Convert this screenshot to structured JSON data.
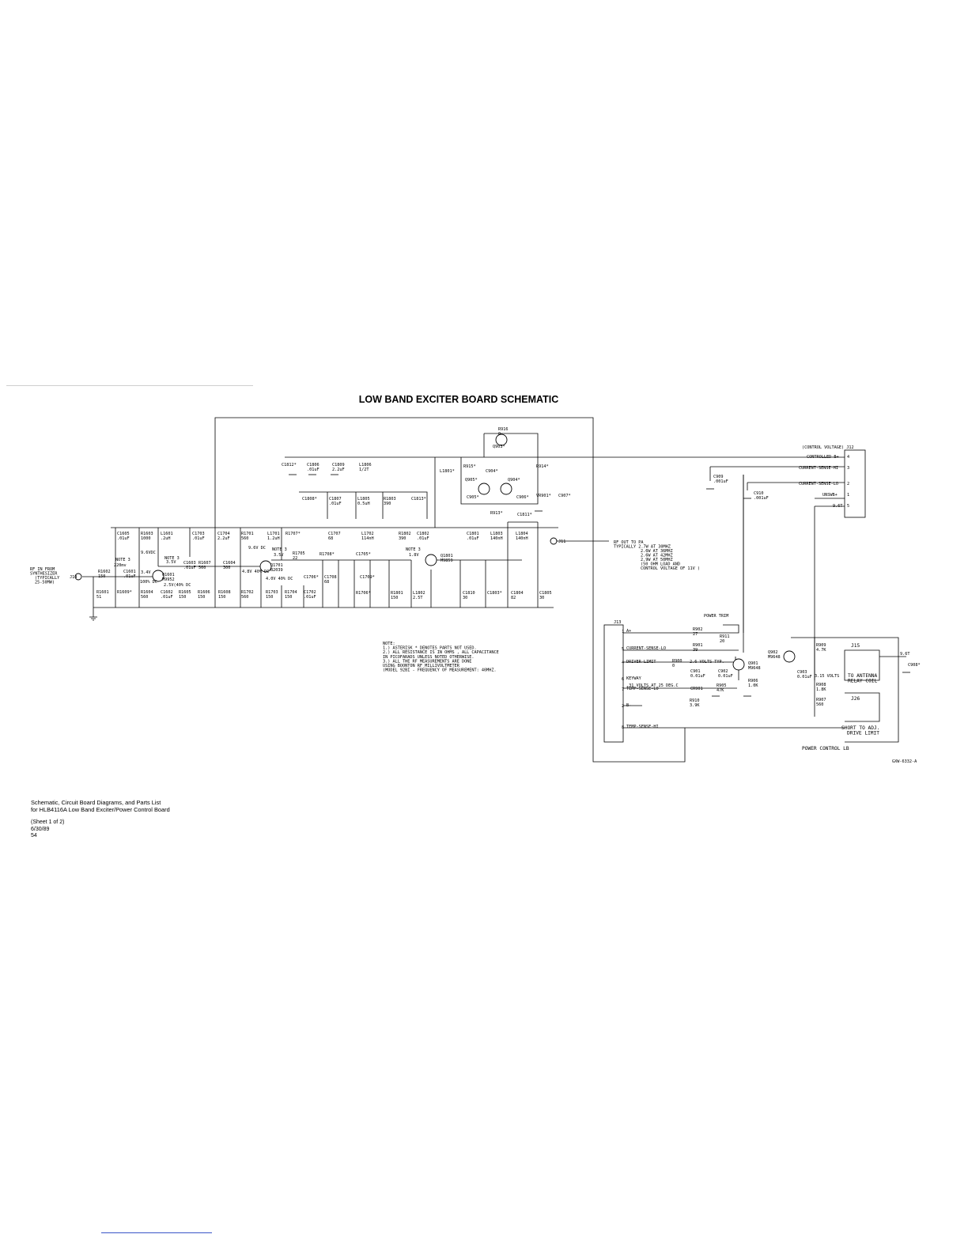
{
  "title": "LOW BAND EXCITER BOARD SCHEMATIC",
  "exciter": {
    "input_label": [
      "RF IN FROM",
      "SYNTHESIZER",
      "(TYPICALLY",
      "25-50MW)"
    ],
    "output_label": [
      "RF OUT TO PA",
      "TYPICALLY 2.7W AT 30MHZ",
      "2.6W AT 36MHZ",
      "2.6W AT 42MHZ",
      "2.9W AT 50MHZ",
      "(50 OHM LOAD AND",
      "CONTROL VOLTAGE OF 11V )"
    ],
    "components": [
      {
        "ref": "C1605",
        "value": ".01uF"
      },
      {
        "ref": "R1603",
        "value": "1000"
      },
      {
        "ref": "L1601",
        "value": ".2uH"
      },
      {
        "ref": "C1703",
        "value": ".01uF"
      },
      {
        "ref": "C1704",
        "value": "2.2uF"
      },
      {
        "ref": "R1701",
        "value": "560"
      },
      {
        "ref": "L1701",
        "value": "1.2uH"
      },
      {
        "ref": "R1707*",
        "value": ""
      },
      {
        "ref": "R1602",
        "value": "150"
      },
      {
        "ref": "C1601",
        "value": ".01uF"
      },
      {
        "ref": "Q1601",
        "value": "M9952"
      },
      {
        "ref": "C1603",
        "value": ".01uF"
      },
      {
        "ref": "R1607",
        "value": "560"
      },
      {
        "ref": "C1604",
        "value": "300"
      },
      {
        "ref": "Q1701",
        "value": "B2039"
      },
      {
        "ref": "R1705",
        "value": "22"
      },
      {
        "ref": "R1601",
        "value": "51"
      },
      {
        "ref": "R1609*",
        "value": ""
      },
      {
        "ref": "R1604",
        "value": "560"
      },
      {
        "ref": "C1602",
        "value": ".01uF"
      },
      {
        "ref": "R1605",
        "value": "150"
      },
      {
        "ref": "R1606",
        "value": "150"
      },
      {
        "ref": "R1608",
        "value": "150"
      },
      {
        "ref": "R1702",
        "value": "560"
      },
      {
        "ref": "R1703",
        "value": "150"
      },
      {
        "ref": "R1704",
        "value": "150"
      },
      {
        "ref": "C1702",
        "value": ".01uF"
      },
      {
        "ref": "C1707",
        "value": "68"
      },
      {
        "ref": "L1702",
        "value": "114nH"
      },
      {
        "ref": "R1802",
        "value": "390"
      },
      {
        "ref": "C1802",
        "value": ".01uF"
      },
      {
        "ref": "C1801",
        "value": ".01uF"
      },
      {
        "ref": "L1803",
        "value": "140nH"
      },
      {
        "ref": "L1804",
        "value": "140nH"
      },
      {
        "ref": "C1811*",
        "value": ""
      },
      {
        "ref": "R1708*",
        "value": ""
      },
      {
        "ref": "C1705*",
        "value": ""
      },
      {
        "ref": "Q1801",
        "value": "M9859"
      },
      {
        "ref": "C1706*",
        "value": ""
      },
      {
        "ref": "C1708",
        "value": "68"
      },
      {
        "ref": "C1709*",
        "value": ""
      },
      {
        "ref": "R1706*",
        "value": ""
      },
      {
        "ref": "R1801",
        "value": "150"
      },
      {
        "ref": "L1802",
        "value": "2.5T"
      },
      {
        "ref": "C1810",
        "value": "30"
      },
      {
        "ref": "C1803*",
        "value": ""
      },
      {
        "ref": "C1804",
        "value": "82"
      },
      {
        "ref": "C1805",
        "value": "30"
      },
      {
        "ref": "C1812*",
        "value": ""
      },
      {
        "ref": "C1806",
        "value": ".01uF"
      },
      {
        "ref": "C1809",
        "value": "2.2uF"
      },
      {
        "ref": "L1806",
        "value": "1/2T"
      },
      {
        "ref": "L1801*",
        "value": ""
      },
      {
        "ref": "C1808*",
        "value": ""
      },
      {
        "ref": "C1807",
        "value": ".01uF"
      },
      {
        "ref": "L1805",
        "value": "0.5uH"
      },
      {
        "ref": "R1803",
        "value": "390"
      },
      {
        "ref": "C1813*",
        "value": ""
      }
    ],
    "annotations": {
      "note3_a": "NOTE 3",
      "note3_a_val": "220mv",
      "v_34": "3.4V",
      "v_96vdc": "9.6VDC",
      "note3_b": "NOTE 3",
      "note3_b_val": "3.5V",
      "dc_100": "100% DC",
      "v_25": "2.5V(40% DC",
      "v_96dc": "9.6V DC",
      "note3_c": "NOTE 3",
      "note3_c_val": "3.5V",
      "v_48": "4.8V 40% DC",
      "v_40": "4.0V 40% DC",
      "note3_d": "NOTE 3",
      "note3_d_val": "1.8V"
    }
  },
  "control_top": {
    "components": [
      {
        "ref": "R916",
        "value": "0"
      },
      {
        "ref": "Q903*",
        "value": ""
      },
      {
        "ref": "R915*",
        "value": ""
      },
      {
        "ref": "C904*",
        "value": ""
      },
      {
        "ref": "R914*",
        "value": ""
      },
      {
        "ref": "Q905*",
        "value": ""
      },
      {
        "ref": "Q904*",
        "value": ""
      },
      {
        "ref": "C905*",
        "value": ""
      },
      {
        "ref": "C906*",
        "value": ""
      },
      {
        "ref": "VR901*",
        "value": ""
      },
      {
        "ref": "C907*",
        "value": ""
      },
      {
        "ref": "R913*",
        "value": ""
      },
      {
        "ref": "C909",
        "value": ".001uF"
      },
      {
        "ref": "C910",
        "value": ".001uF"
      }
    ]
  },
  "j12": {
    "header": "(CONTROL VOLTAGE) J12",
    "pins": [
      {
        "label": "CONTROLLED-B+",
        "num": "4"
      },
      {
        "label": "CURRENT-SENSE-HI",
        "num": "3"
      },
      {
        "label": "CURRENT-SENSE-LO",
        "num": "2"
      },
      {
        "label": "UNSWB+",
        "num": "1"
      },
      {
        "label": "9.6T",
        "num": "5"
      }
    ]
  },
  "power_control": {
    "j13": "J13",
    "pins": [
      {
        "num": "1",
        "label": "A+"
      },
      {
        "num": "5",
        "label": "CURRENT-SENSE-LO"
      },
      {
        "num": "4",
        "label": "DRIVER-LIMIT"
      },
      {
        "num": "6",
        "label": "KEYWAY"
      },
      {
        "num": "7",
        "label": "TEMP-SENSE-LO"
      },
      {
        "num": "2",
        "label": "B-"
      },
      {
        "num": "8",
        "label": "TEMP-SENSE-HI"
      }
    ],
    "power_trim": "POWER TRIM",
    "components": [
      {
        "ref": "R902",
        "value": "27"
      },
      {
        "ref": "R911",
        "value": "20"
      },
      {
        "ref": "R901",
        "value": "39"
      },
      {
        "ref": "R900",
        "value": "0"
      },
      {
        "ref": "Q901",
        "value": "M9648"
      },
      {
        "ref": "C901",
        "value": "0.01uF"
      },
      {
        "ref": "CR901",
        "value": ""
      },
      {
        "ref": "C902",
        "value": "0.01uF"
      },
      {
        "ref": "R905",
        "value": "47K"
      },
      {
        "ref": "R906",
        "value": "1.0K"
      },
      {
        "ref": "R910",
        "value": "3.9K"
      },
      {
        "ref": "Q902",
        "value": "M9648"
      },
      {
        "ref": "R909",
        "value": "4.7K"
      },
      {
        "ref": "C903",
        "value": "0.01uF"
      },
      {
        "ref": "R908",
        "value": "1.8K"
      },
      {
        "ref": "R907",
        "value": "560"
      },
      {
        "ref": "C908*",
        "value": ""
      }
    ],
    "v_26": "2.6 VOLTS TYP.",
    "v_31": ".31 VOLTS AT 25 DEG.C",
    "v_315": "3.15 VOLTS",
    "j15": "J15",
    "j15_label": [
      "TO ANTENNA",
      "RELAY COIL"
    ],
    "j26": "J26",
    "j26_label": [
      "SHORT TO ADJ.",
      "DRIVE LIMIT"
    ],
    "v96t": "9.6T",
    "footer": "POWER CONTROL LB",
    "drawing_no": "GXW-6332-A"
  },
  "notes": [
    "NOTE:",
    "1.) ASTERISK * DENOTES PARTS NOT USED.",
    "2.) ALL RESISTANCE IS IN OHMS , ALL CAPACITANCE",
    "    IN PICOFARADS UNLESS NOTED OTHERWISE.",
    "3.) ALL THE RF MEASUREMENTS ARE DONE",
    "    USING BOONTON RF MILLIVOLTMETER",
    "    (MODEL 92BI - FREQUENCY OF MEASUREMENT: 40MHZ."
  ],
  "caption": {
    "line1": "Schematic, Circuit Board Diagrams, and Parts List",
    "line2": "for HLB4116A Low Band Exciter/Power Control Board",
    "sheet": "(Sheet 1 of 2)",
    "date": "6/30/89",
    "page": "54"
  }
}
